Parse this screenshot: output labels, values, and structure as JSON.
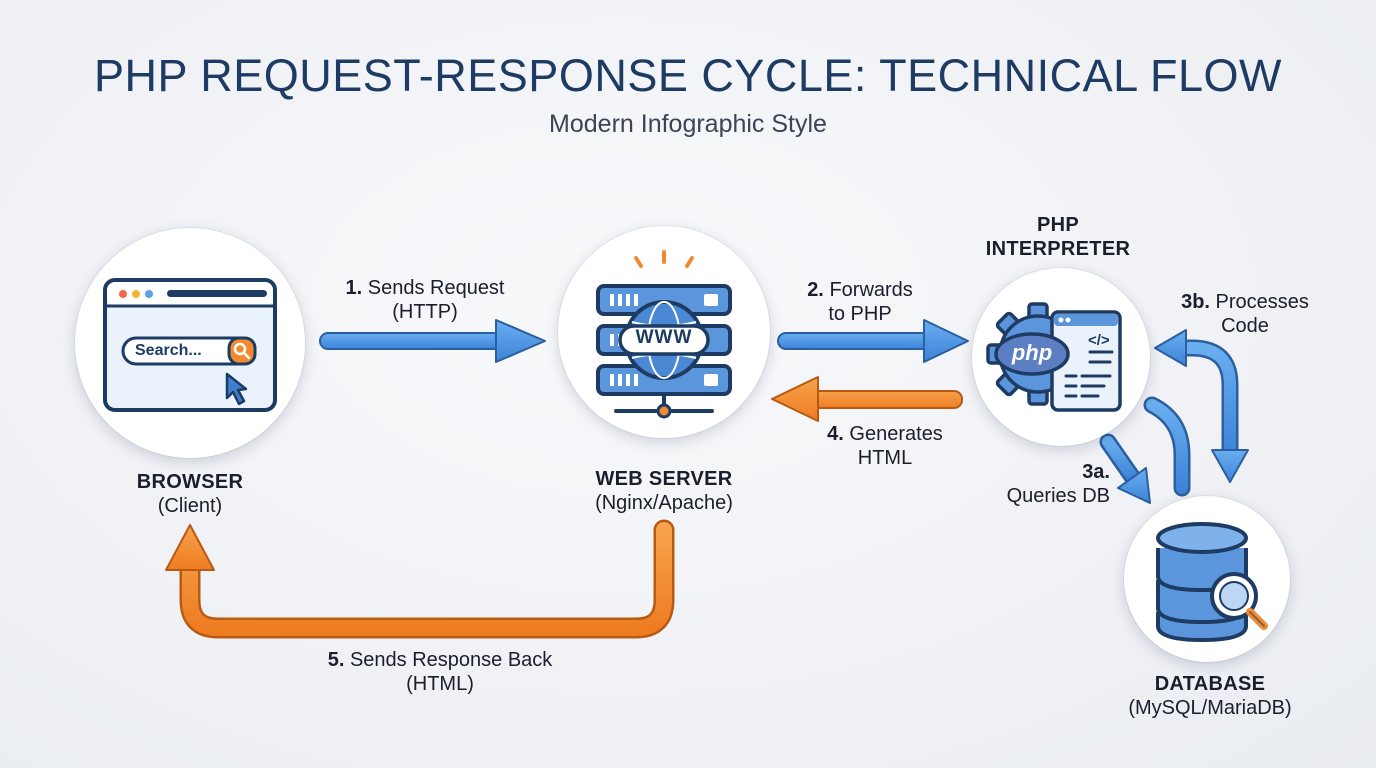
{
  "title": "PHP REQUEST-RESPONSE CYCLE: TECHNICAL FLOW",
  "subtitle": "Modern Infographic Style",
  "nodes": {
    "browser": {
      "name": "BROWSER",
      "sub": "(Client)",
      "search_text": "Search..."
    },
    "web_server": {
      "name": "WEB SERVER",
      "sub": "(Nginx/Apache)",
      "badge": "WWW"
    },
    "php": {
      "name_line1": "PHP",
      "name_line2": "INTERPRETER",
      "badge": "php",
      "code_glyph": "</>"
    },
    "database": {
      "name": "DATABASE",
      "sub": "(MySQL/MariaDB)"
    }
  },
  "steps": [
    {
      "num": "1.",
      "line1": "Sends Request",
      "line2": "(HTTP)"
    },
    {
      "num": "2.",
      "line1": "Forwards",
      "line2": "to PHP"
    },
    {
      "num": "3a.",
      "line1": "",
      "line2": "Queries DB"
    },
    {
      "num": "3b.",
      "line1": "Processes",
      "line2": "Code"
    },
    {
      "num": "4.",
      "line1": "Generates",
      "line2": "HTML"
    },
    {
      "num": "5.",
      "line1": "Sends Response Back",
      "line2": "(HTML)"
    }
  ],
  "colors": {
    "request_arrow": "#4a90e2",
    "response_arrow": "#f28a30",
    "icon_blue": "#3f7fd0",
    "icon_outline": "#1d3b63"
  }
}
